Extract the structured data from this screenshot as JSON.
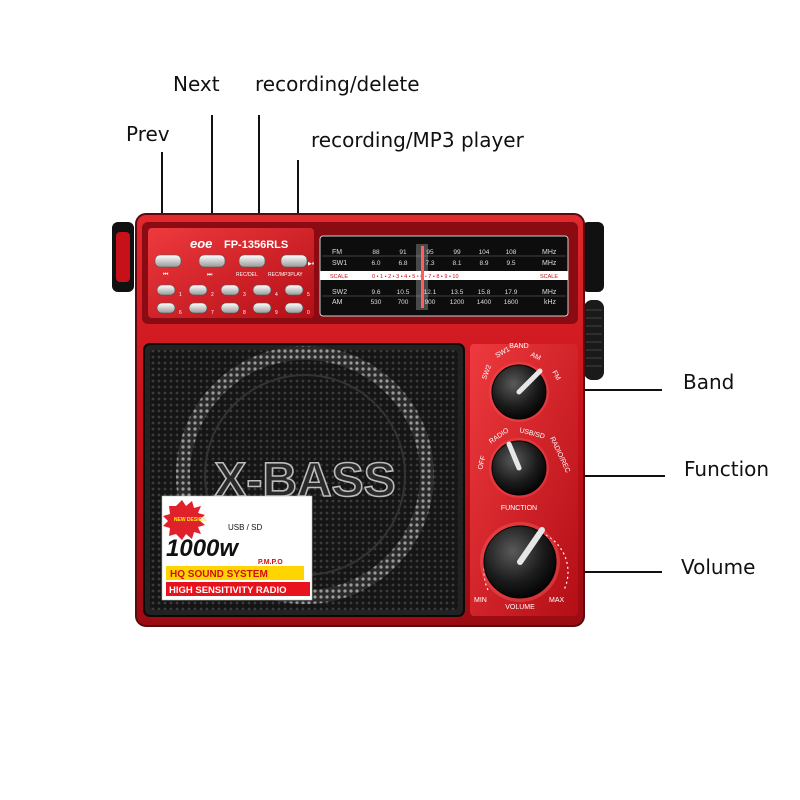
{
  "callouts": {
    "prev": "Prev",
    "next": "Next",
    "rec_delete": "recording/delete",
    "rec_mp3": "recording/MP3 player",
    "band": "Band",
    "function": "Function",
    "volume": "Volume"
  },
  "radio": {
    "brand": "eoe",
    "model": "FP-1356RLS",
    "button_labels": {
      "prev": "⏮",
      "next": "⏭",
      "rec_del": "REC/DEL",
      "rec_mp3play": "REC/MP3PLAY",
      "play_pause": "▶⏸"
    },
    "number_keys": [
      "1",
      "2",
      "3",
      "4",
      "5",
      "6",
      "7",
      "8",
      "9",
      "0"
    ],
    "dial": {
      "fm_label": "FM",
      "fm_values": [
        "88",
        "91",
        "95",
        "99",
        "104",
        "108"
      ],
      "fm_unit": "MHz",
      "sw1_label": "SW1",
      "sw1_values": [
        "6.0",
        "6.8",
        "7.3",
        "8.1",
        "8.9",
        "9.5"
      ],
      "sw1_unit": "MHz",
      "scale_label": "SCALE",
      "scale_ticks": "0 • 1 • 2 • 3 • 4 • 5 • 6 • 7 • 8 • 9 • 10",
      "scale_label_right": "SCALE",
      "sw2_label": "SW2",
      "sw2_values": [
        "9.6",
        "10.5",
        "12.1",
        "13.5",
        "15.8",
        "17.9"
      ],
      "sw2_unit": "MHz",
      "am_label": "AM",
      "am_values": [
        "530",
        "700",
        "900",
        "1200",
        "1400",
        "1600"
      ],
      "am_unit": "kHz"
    },
    "speaker_text": "X-BASS",
    "sticker": {
      "new_design": "NEW DESIGN",
      "usb_sd": "USB / SD",
      "power": "1000w",
      "pmpo": "P.M.P.O",
      "line1": "HQ SOUND SYSTEM",
      "line2": "HIGH SENSITIVITY RADIO"
    },
    "band_knob": {
      "title": "BAND",
      "sw2": "SW2",
      "sw1": "SW1",
      "am": "AM",
      "fm": "FM"
    },
    "function_knob": {
      "off": "OFF",
      "radio": "RADIO",
      "usbsd": "USB/SD",
      "radio_rec": "RADIO/REC",
      "title": "FUNCTION"
    },
    "volume_knob": {
      "min": "MIN",
      "title": "VOLUME",
      "max": "MAX"
    }
  },
  "colors": {
    "body_red": "#c8101a",
    "dark_red": "#7a0a0f",
    "speaker": "#1a1a1a"
  }
}
